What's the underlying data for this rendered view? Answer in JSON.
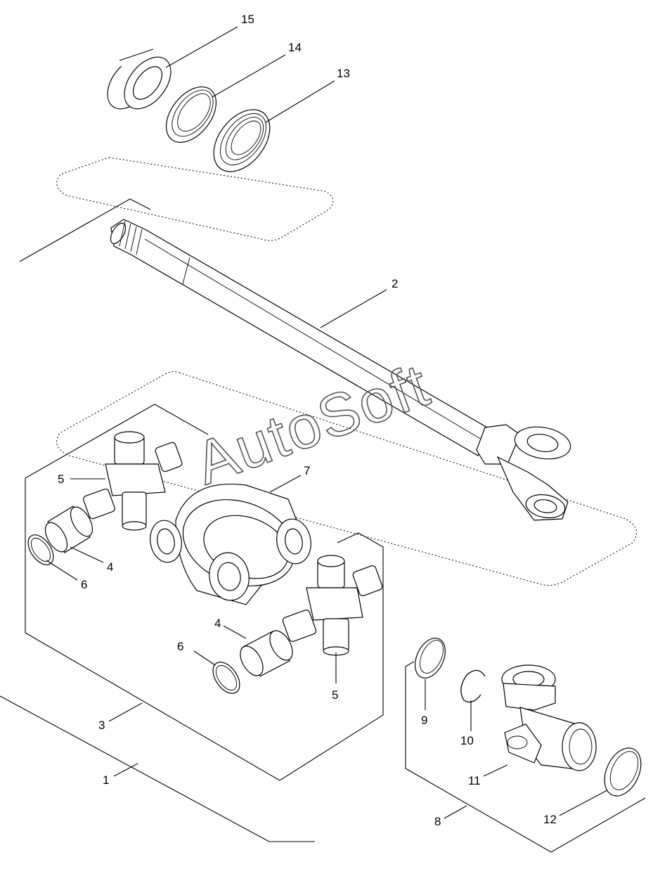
{
  "watermark": "AutoSoft",
  "callouts": [
    {
      "id": "c1",
      "text": "1"
    },
    {
      "id": "c2",
      "text": "2"
    },
    {
      "id": "c3",
      "text": "3"
    },
    {
      "id": "c4a",
      "text": "4"
    },
    {
      "id": "c4b",
      "text": "4"
    },
    {
      "id": "c5a",
      "text": "5"
    },
    {
      "id": "c5b",
      "text": "5"
    },
    {
      "id": "c6a",
      "text": "6"
    },
    {
      "id": "c6b",
      "text": "6"
    },
    {
      "id": "c7",
      "text": "7"
    },
    {
      "id": "c8",
      "text": "8"
    },
    {
      "id": "c9",
      "text": "9"
    },
    {
      "id": "c10",
      "text": "10"
    },
    {
      "id": "c11",
      "text": "11"
    },
    {
      "id": "c12",
      "text": "12"
    },
    {
      "id": "c13",
      "text": "13"
    },
    {
      "id": "c14",
      "text": "14"
    },
    {
      "id": "c15",
      "text": "15"
    }
  ]
}
